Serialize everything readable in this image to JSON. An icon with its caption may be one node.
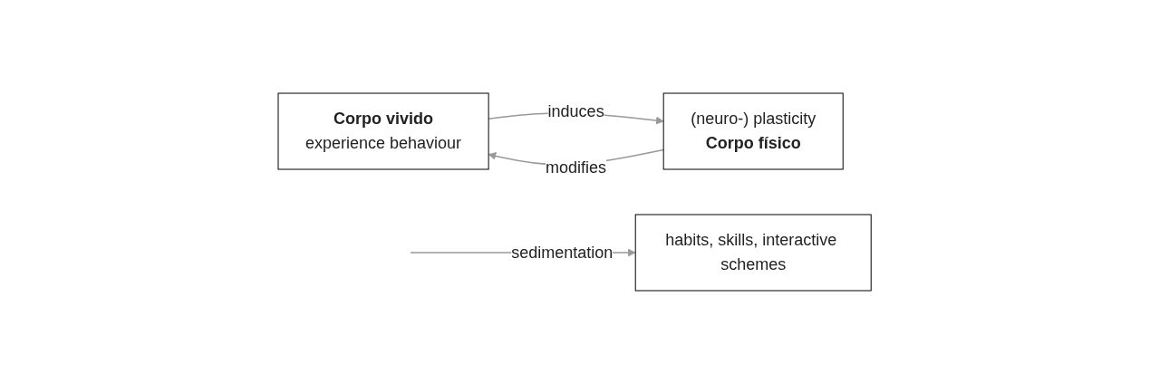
{
  "diagram": {
    "nodes": [
      {
        "text": [
          "Corpo vivido",
          "experience behaviour"
        ]
      },
      {
        "text": [
          "(neuro-) plasticity",
          "Corpo físico"
        ]
      },
      {
        "text": [
          "habits, skills, interactive schemes"
        ]
      }
    ],
    "edges": [
      {
        "from": 0,
        "to": 1,
        "arrow": "to",
        "label": "induces"
      },
      {
        "from": 1,
        "to": 0,
        "arrow": "to",
        "label": "modifies"
      },
      {
        "from": null,
        "to": 2,
        "arrow": "to",
        "label": "sedimentation"
      }
    ]
  }
}
